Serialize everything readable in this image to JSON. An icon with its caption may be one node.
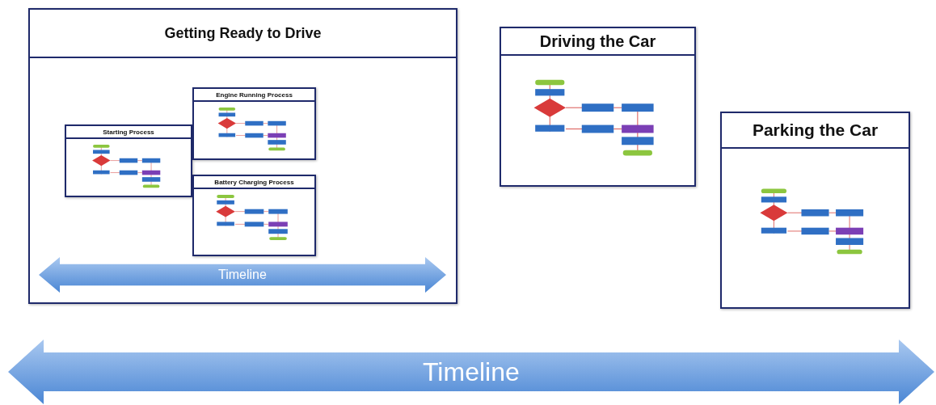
{
  "diagram": {
    "nodes": [
      {
        "text": [
          "Getting Ready to Drive"
        ]
      },
      {
        "text": [
          "Starting Process"
        ],
        "in": 0
      },
      {
        "text": [
          "Engine Running Process"
        ],
        "in": 0
      },
      {
        "text": [
          "Battery Charging Process"
        ],
        "in": 0
      },
      {
        "text": [
          "Driving the Car"
        ]
      },
      {
        "text": [
          "Parking the Car"
        ]
      }
    ],
    "labels": [
      "Timeline",
      "Timeline"
    ]
  }
}
